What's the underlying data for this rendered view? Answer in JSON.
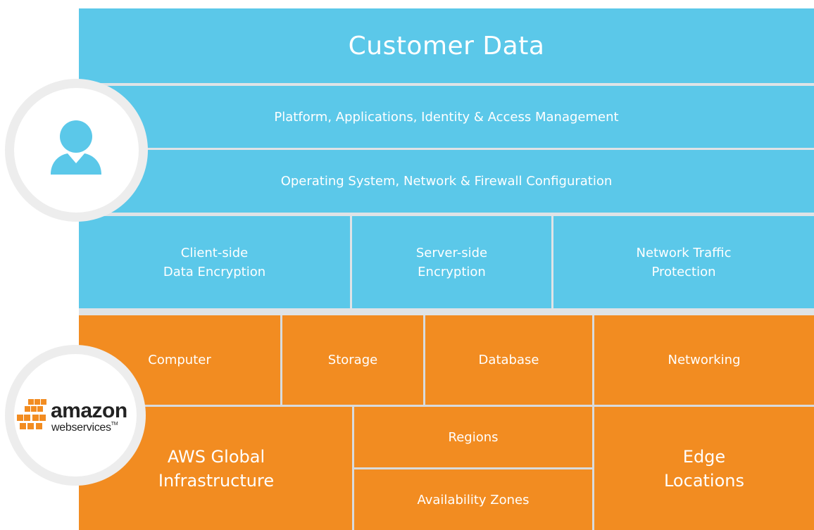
{
  "customer": {
    "title": "Customer Data",
    "platform": "Platform, Applications, Identity & Access Management",
    "os": "Operating System, Network & Firewall Configuration",
    "encryption": [
      {
        "label": "Client-side\nData Encryption"
      },
      {
        "label": "Server-side\nEncryption"
      },
      {
        "label": "Network Traffic\nProtection"
      }
    ],
    "icon": "user-icon"
  },
  "aws": {
    "services": [
      {
        "label": "Computer"
      },
      {
        "label": "Storage"
      },
      {
        "label": "Database"
      },
      {
        "label": "Networking"
      }
    ],
    "global_infrastructure": "AWS Global\nInfrastructure",
    "regions": "Regions",
    "availability_zones": "Availability Zones",
    "edge_locations": "Edge\nLocations",
    "logo": {
      "wordmark": "amazon",
      "sub": "webservices",
      "tm": "TM"
    }
  },
  "colors": {
    "customer_blue": "#5bc8e9",
    "aws_orange": "#f28c21",
    "separator": "#dfe3e6"
  }
}
